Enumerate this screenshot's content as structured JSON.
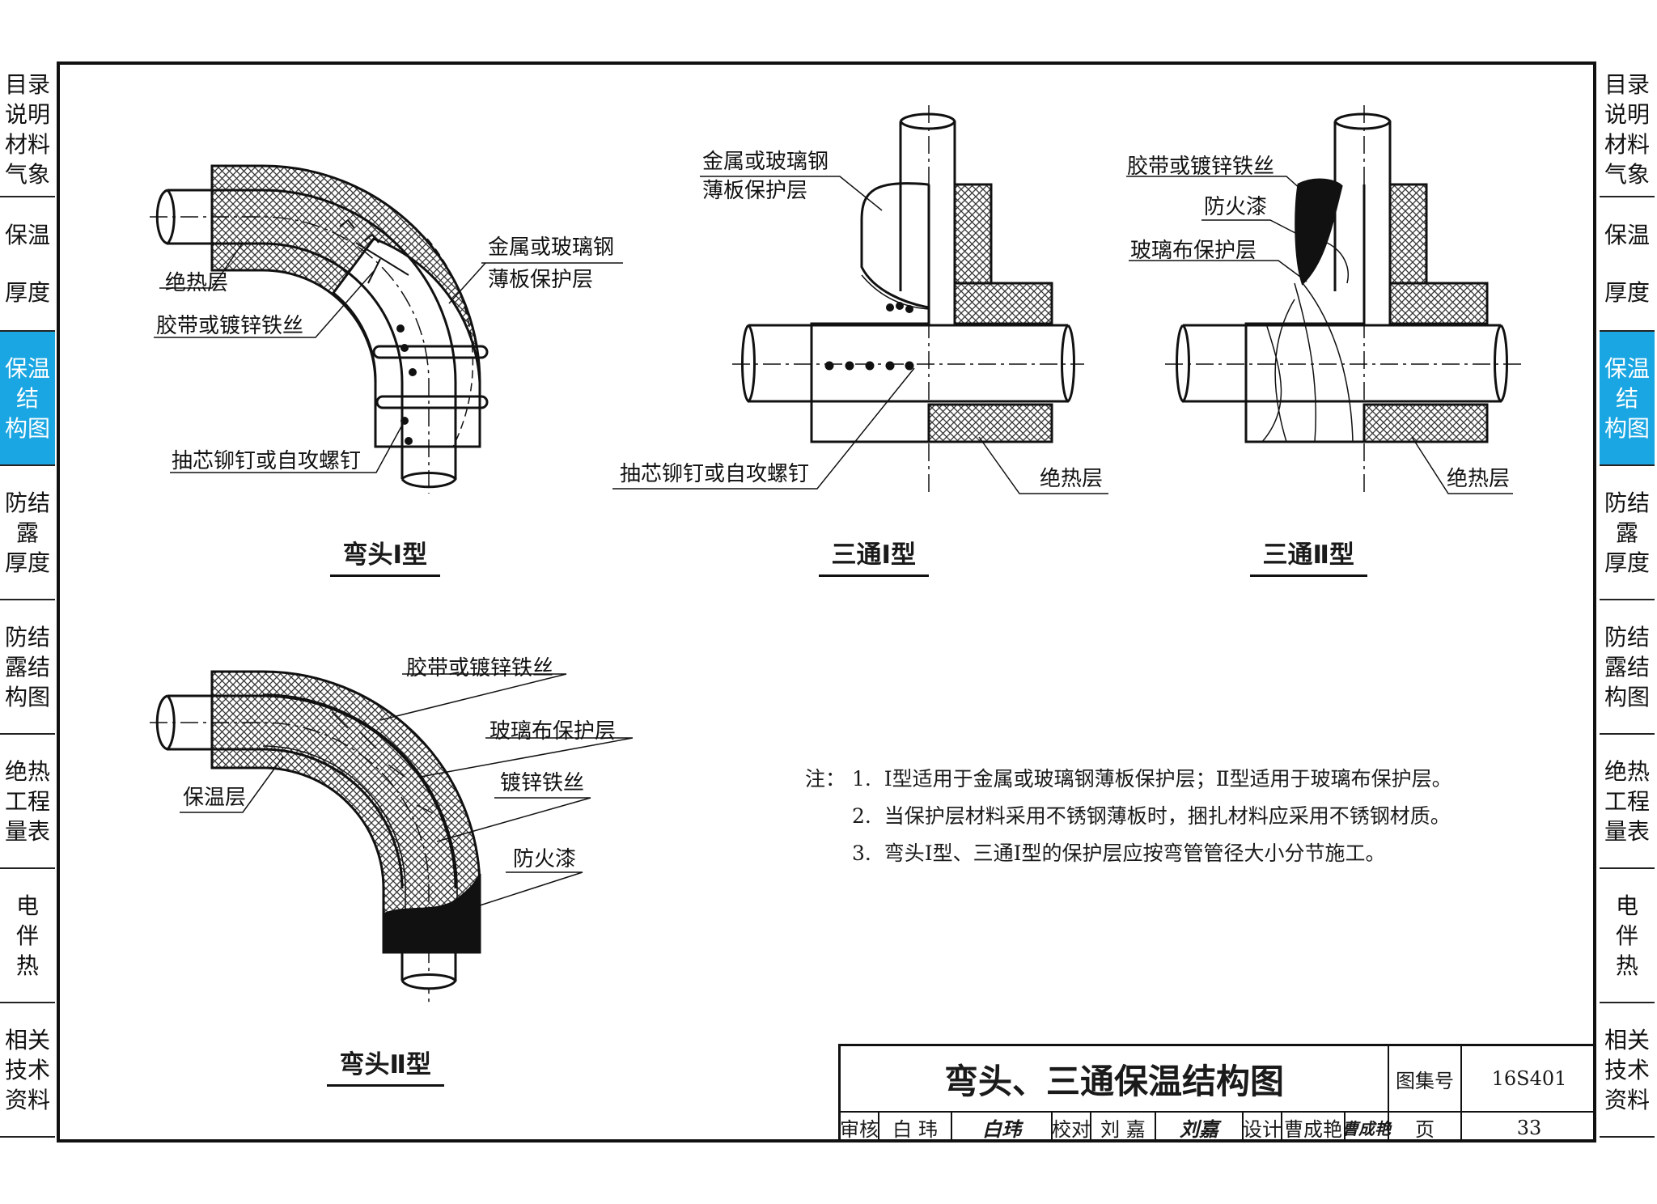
{
  "side_tabs": [
    {
      "id": "catalog",
      "lines": [
        "目录",
        "说明",
        "材料",
        "气象"
      ],
      "active": false
    },
    {
      "id": "insulation-thickness",
      "lines": [
        "保温",
        "",
        "厚度"
      ],
      "active": false
    },
    {
      "id": "insulation-structure",
      "lines": [
        "保温",
        "结",
        "构图"
      ],
      "active": true
    },
    {
      "id": "anticondensation-thickness",
      "lines": [
        "防结",
        "露",
        "厚度"
      ],
      "active": false
    },
    {
      "id": "anticondensation-structure",
      "lines": [
        "防结",
        "露结",
        "构图"
      ],
      "active": false
    },
    {
      "id": "quantities",
      "lines": [
        "绝热",
        "工程",
        "量表"
      ],
      "active": false
    },
    {
      "id": "electric-tracing",
      "lines": [
        "电",
        "伴",
        "热"
      ],
      "active": false
    },
    {
      "id": "references",
      "lines": [
        "相关",
        "技术",
        "资料"
      ],
      "active": false
    }
  ],
  "figures": {
    "elbow1": {
      "caption": "弯头Ⅰ型",
      "labels": {
        "insulation": "绝热层",
        "tape": "胶带或镀锌铁丝",
        "cover_l1": "金属或玻璃钢",
        "cover_l2": "薄板保护层",
        "rivet": "抽芯铆钉或自攻螺钉"
      }
    },
    "tee1": {
      "caption": "三通Ⅰ型",
      "labels": {
        "cover_l1": "金属或玻璃钢",
        "cover_l2": "薄板保护层",
        "rivet": "抽芯铆钉或自攻螺钉",
        "insulation": "绝热层"
      }
    },
    "tee2": {
      "caption": "三通Ⅱ型",
      "labels": {
        "tape": "胶带或镀锌铁丝",
        "fire_paint": "防火漆",
        "cloth": "玻璃布保护层",
        "insulation": "绝热层"
      }
    },
    "elbow2": {
      "caption": "弯头Ⅱ型",
      "labels": {
        "tape": "胶带或镀锌铁丝",
        "cloth": "玻璃布保护层",
        "insulation": "保温层",
        "wire": "镀锌铁丝",
        "fire_paint": "防火漆"
      }
    }
  },
  "notes": {
    "prefix": "注：",
    "items": [
      {
        "num": "1.",
        "text": "Ⅰ型适用于金属或玻璃钢薄板保护层；Ⅱ型适用于玻璃布保护层。"
      },
      {
        "num": "2.",
        "text": "当保护层材料采用不锈钢薄板时，捆扎材料应采用不锈钢材质。"
      },
      {
        "num": "3.",
        "text": "弯头Ⅰ型、三通Ⅰ型的保护层应按弯管管径大小分节施工。"
      }
    ]
  },
  "title_block": {
    "title": "弯头、三通保温结构图",
    "atlas_label": "图集号",
    "atlas_no": "16S401",
    "page_label": "页",
    "page_no": "33",
    "review_label": "审核",
    "reviewer": "白 玮",
    "reviewer_sig": "白玮",
    "check_label": "校对",
    "checker": "刘 嘉",
    "checker_sig": "刘嘉",
    "design_label": "设计",
    "designer": "曹成艳",
    "designer_sig": "曹成艳"
  },
  "colors": {
    "accent_tab": "#1aa6e2",
    "line": "#111111"
  }
}
